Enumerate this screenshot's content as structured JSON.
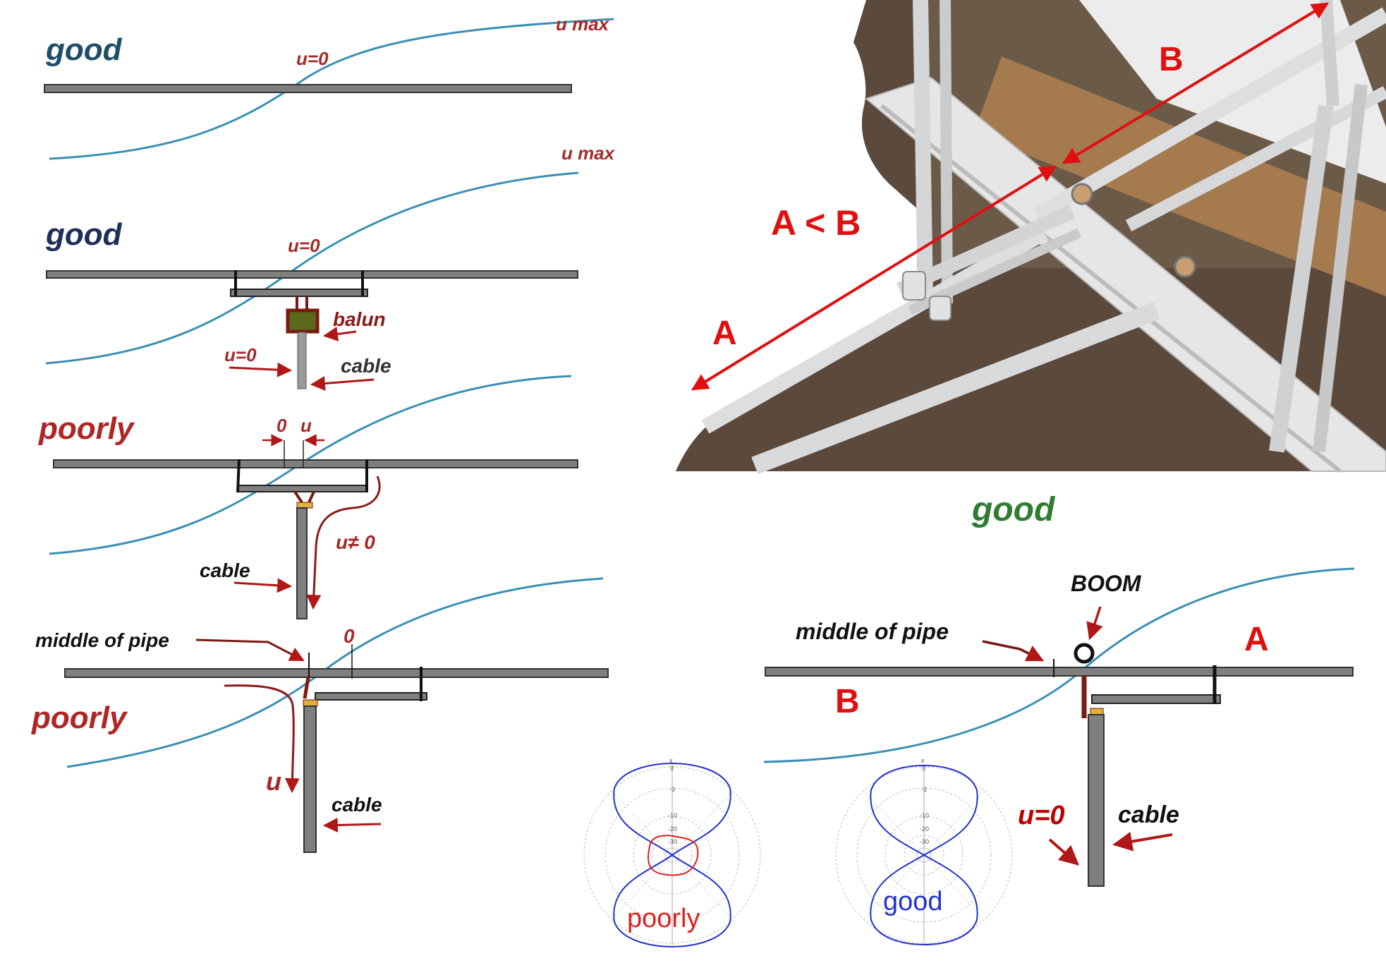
{
  "colors": {
    "curve": "#3a8fb5",
    "pipe_fill": "#7f7f7f",
    "pipe_stroke": "#333333",
    "red": "#c00000",
    "dark_red": "#8b1a1a",
    "good_teal": "#1f4e6b",
    "good_navy": "#1f2f5c",
    "good_green": "#2e7d32",
    "pattern_blue": "#2233cc",
    "pattern_red": "#dd2222"
  },
  "panel1": {
    "verdict": "good",
    "u_max": "u max",
    "u_zero": "u=0"
  },
  "panel2": {
    "verdict": "good",
    "u_max": "u max",
    "u_zero": "u=0",
    "balun": "balun",
    "u_zero_cable": "u=0",
    "cable": "cable"
  },
  "panel3": {
    "verdict": "poorly",
    "zero": "0",
    "u": "u",
    "u_ne_zero": "u≠ 0",
    "cable": "cable"
  },
  "panel4": {
    "verdict": "poorly",
    "middle": "middle of pipe",
    "zero": "0",
    "u": "u",
    "cable": "cable"
  },
  "photo": {
    "a": "A",
    "b": "B",
    "a_lt_b": "A < B"
  },
  "panel5": {
    "verdict": "good",
    "boom": "BOOM",
    "middle": "middle of pipe",
    "a": "A",
    "b": "B",
    "u_zero": "u=0",
    "cable": "cable"
  },
  "pattern_poorly": {
    "label": "poorly",
    "ticks": [
      "x",
      "0",
      "-3",
      "-10",
      "-20",
      "-30"
    ]
  },
  "pattern_good": {
    "label": "good",
    "ticks": [
      "x",
      "0",
      "-3",
      "-10",
      "-20",
      "-30"
    ]
  }
}
